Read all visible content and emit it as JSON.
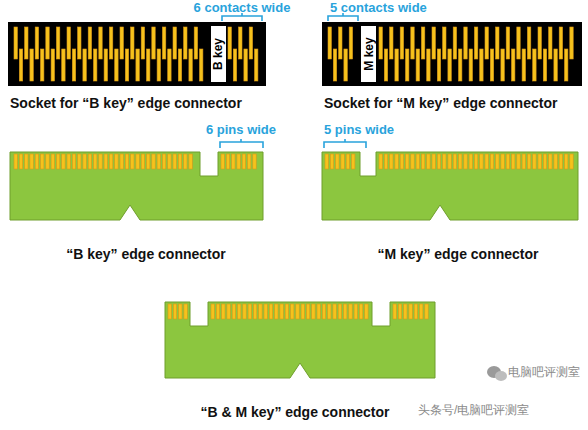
{
  "diagram": {
    "nodes": [
      {
        "text": [
          "B key"
        ]
      },
      {
        "text": [
          "M key"
        ]
      }
    ],
    "labels": [
      "6 contacts wide",
      "5 contacts wide",
      "Socket for “B key” edge connector",
      "Socket for “M key” edge connector",
      "6 pins wide",
      "5 pins wide",
      "“B key” edge connector",
      "“M key” edge connector",
      "“B & M key” edge connector",
      "电脑吧评测室",
      "头条号/电脑吧评测室"
    ]
  }
}
